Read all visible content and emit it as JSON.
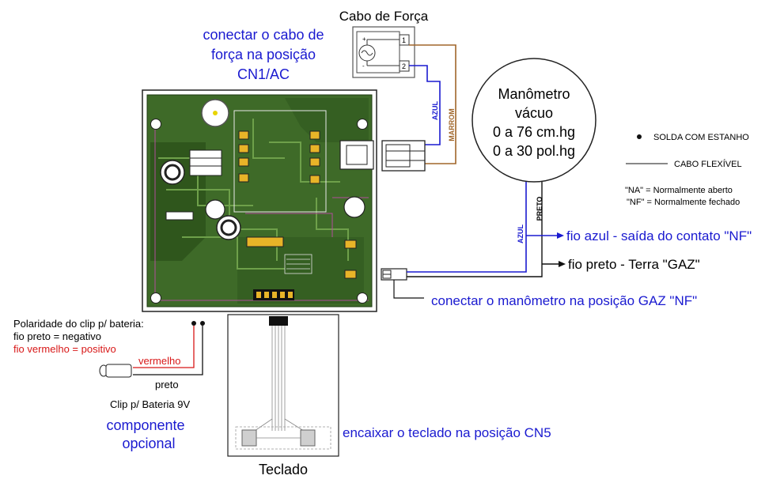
{
  "power_cable": {
    "title": "Cabo de Força",
    "terminal_1": "1",
    "terminal_2": "2",
    "plus": "+",
    "minus": "-",
    "wire_blue": "AZUL",
    "wire_brown": "MARROM"
  },
  "power_instruction": [
    "conectar o cabo de",
    "força na posição",
    "CN1/AC"
  ],
  "gauge": {
    "lines": [
      "Manômetro",
      "vácuo",
      "0 a 76 cm.hg",
      "0 a 30 pol.hg"
    ],
    "wire_blue": "AZUL",
    "wire_black": "PRETO"
  },
  "legend": {
    "solder": "SOLDA COM ESTANHO",
    "flex_cable": "CABO FLEXÍVEL",
    "na": "\"NA\" = Normalmente aberto",
    "nf": "\"NF\" = Normalmente fechado"
  },
  "annotations": {
    "blue_wire": "fio azul - saída do contato \"NF\"",
    "black_wire": "fio preto - Terra \"GAZ\"",
    "connect_gauge": "conectar o manômetro na posição GAZ \"NF\"",
    "keypad_instruction": "encaixar o teclado na posição CN5"
  },
  "battery": {
    "polarity_title": "Polaridade do clip p/ bateria:",
    "black_negative": "fio preto = negativo",
    "red_positive": "fio vermelho = positivo",
    "red_label": "vermelho",
    "black_label": "preto",
    "clip_label": "Clip p/ Bateria 9V",
    "optional": [
      "componente",
      "opcional"
    ]
  },
  "keypad": {
    "label": "Teclado"
  },
  "colors": {
    "annotation_blue": "#1a1ad0",
    "red_text": "#d81818",
    "pcb_green": "#3e6a28",
    "wire_brown": "#a0662a"
  }
}
